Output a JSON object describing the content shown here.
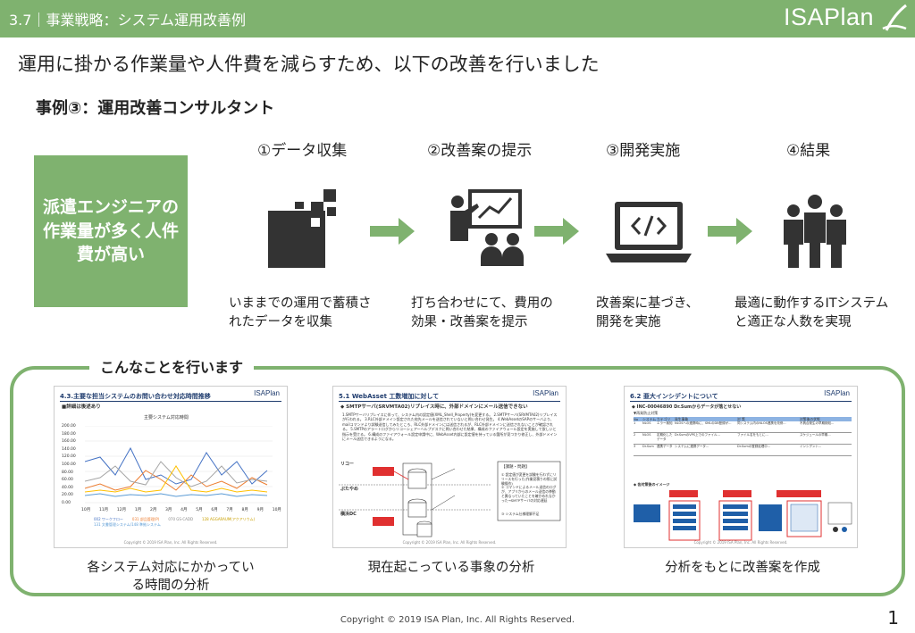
{
  "header": {
    "title": "3.7｜事業戦略：システム運用改善例",
    "logo": "ISAPlan"
  },
  "headline": "運用に掛かる作業量や人件費を減らすため、以下の改善を行いました",
  "case_title": "事例③：運用改善コンサルタント",
  "problem": "派遣エンジニアの作業量が多く人件費が高い",
  "steps": [
    {
      "label": "①データ収集",
      "icon": "data-blocks-icon",
      "desc": "いままでの運用で蓄積されたデータを収集"
    },
    {
      "label": "②改善案の提示",
      "icon": "presentation-icon",
      "desc": "打ち合わせにて、費用の効果・改善案を提示"
    },
    {
      "label": "③開発実施",
      "icon": "laptop-code-icon",
      "desc": "改善案に基づき、開発を実施"
    },
    {
      "label": "④結果",
      "icon": "team-icon",
      "desc": "最適に動作するITシステムと適正な人数を実現"
    }
  ],
  "section_label": "こんなことを行います",
  "thumbs": [
    {
      "title": "4.3.主要な担当システムのお問い合わせ対応時間推移",
      "logo": "ISAPlan",
      "subhead": "■詳細は後述あり",
      "chart_title": "主要システム対応時間",
      "yticks": [
        "200.00",
        "180.00",
        "160.00",
        "140.00",
        "120.00",
        "100.00",
        "80.00",
        "60.00",
        "40.00",
        "20.00",
        "0.00"
      ],
      "xticks": [
        "10月",
        "11月",
        "12月",
        "1月",
        "2月",
        "3月",
        "4月",
        "5月",
        "6月",
        "7月",
        "8月",
        "9月",
        "10月"
      ],
      "legend": [
        "002 ワークフロー",
        "031 部品管理(P)",
        "070 GS-CADD",
        "128 AGGARAUM(アクアリウム)",
        "131 文書管理システム/148 準拠システム"
      ],
      "caption": "各システム対応にかかっている時間の分析"
    },
    {
      "title": "5.1 WebAsset 工数増加に対して",
      "logo": "ISAPlan",
      "subhead": "◆ SMTPサーバ(SRVMTA02)リプレイス時に、外部ドメインにメール送信できない",
      "body": "1.SMTPサーバリプレイスに伴って、システム内の設定値(XML_Shell_Property)を変更する。 2.SMTPサーバ(SRVMTA02)リプレイスが行われる。 3.RLC外部ドメイン設定された宛先メールを送信されていないと問い合わせ発生。 4.WebAssetのSAPのサーバより、mailコマンドより試験送信してみたところ、RLC外部ドメインには送信されるが、RLC外部ドメインに送信されないことが確認される。 5.SMTPのアラートログからリコーシェアーヘルプデスクに問い合わせた結果、構成のファイアウォール設定を実施して欲しいと指示を受ける。 6.構成のファイアウォール設定申請中に、WebAsset内部に設定値を持っている箇所が見つかり修正し、外部ドメインにメール送信できるようになる。",
      "lanes": [
        "リコー",
        "ぷたやめ",
        "横浜DC"
      ],
      "issue_title": "【課題・問題】",
      "issues": [
        "① 設定値が変更を試験を行わずにリリースを行った(作業見積りの際に試験操作)",
        "② コマンドによるメール送信のログが、アプリからのメール送信の挙動と異なっていたことを確かめれなかった→SMTPサーバの対応遅延",
        "③ システム仕様理解不足"
      ],
      "caption": "現在起こっている事象の分析"
    },
    {
      "title": "6.2 亜大インシデントについて",
      "logo": "ISAPlan",
      "subhead": "◆ INC-00046890 Dr.Sumからデータが落とせない",
      "subhead2": "▼再発防止対策",
      "table_head": [
        "No",
        "システム",
        "カテゴリ",
        "発生事象",
        "対 策",
        "対策後の状態"
      ],
      "table_rows": [
        [
          "1",
          "NLOS",
          "エラー検知",
          "NLOSへの連携時に、SMLのDB登録が...",
          "同システム内のNLOS連携を改修...",
          "不具合発生の早期検知..."
        ],
        [
          "2",
          "NLOS",
          "定期化したデータ",
          "Dr.SumのVPS上でのファイル...",
          "ファイル名をもとに...",
          "スケジュールの早期..."
        ],
        [
          "3",
          "Dr.Sum",
          "連携データ",
          "システムに連携データ...",
          "Dr.Sumの登録処理中...",
          "インシデント..."
        ]
      ],
      "flow_label": "◆ 各対策後のイメージ",
      "caption": "分析をもとに改善案を作成"
    }
  ],
  "footer": "Copyright © 2019 ISA Plan, Inc. All Rights Reserved.",
  "page_number": "1",
  "colors": {
    "accent": "#7fb26f",
    "icon": "#333333",
    "navy": "#1f3c6e"
  }
}
